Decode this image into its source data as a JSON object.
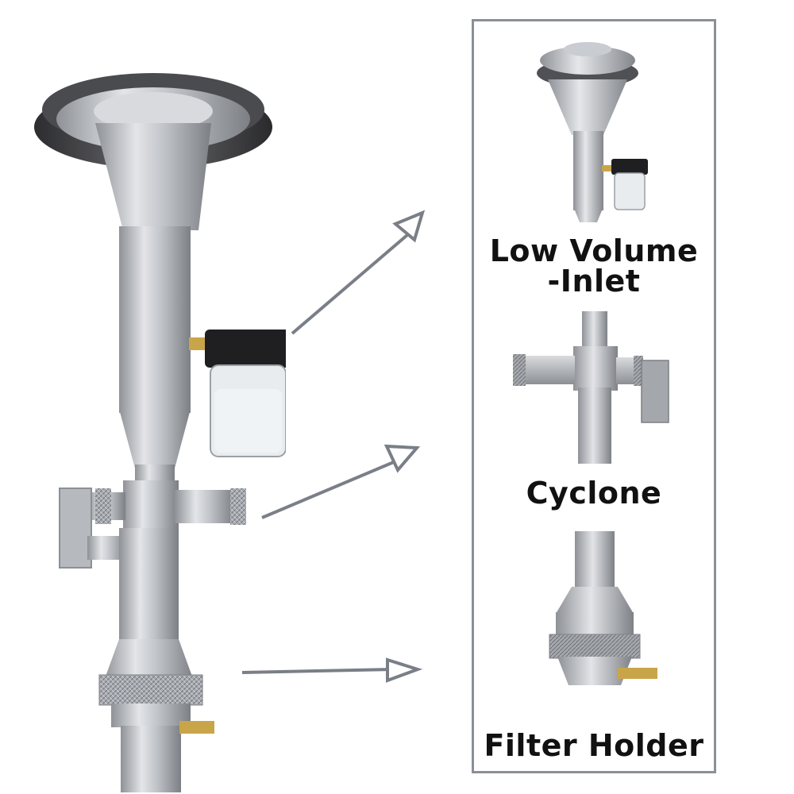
{
  "labels": {
    "inlet_line1": "Low Volume",
    "inlet_line2": "-Inlet",
    "cyclone": "Cyclone",
    "filter_holder": "Filter Holder"
  },
  "colors": {
    "frame": "#8b8f96",
    "arrow": "#7a7f87",
    "metal": "#b9bcc1",
    "dark_metal": "#3a3a3c",
    "knob_black": "#1f1f22",
    "brass": "#c9a54a"
  },
  "icons": [
    "arrow-icon"
  ]
}
